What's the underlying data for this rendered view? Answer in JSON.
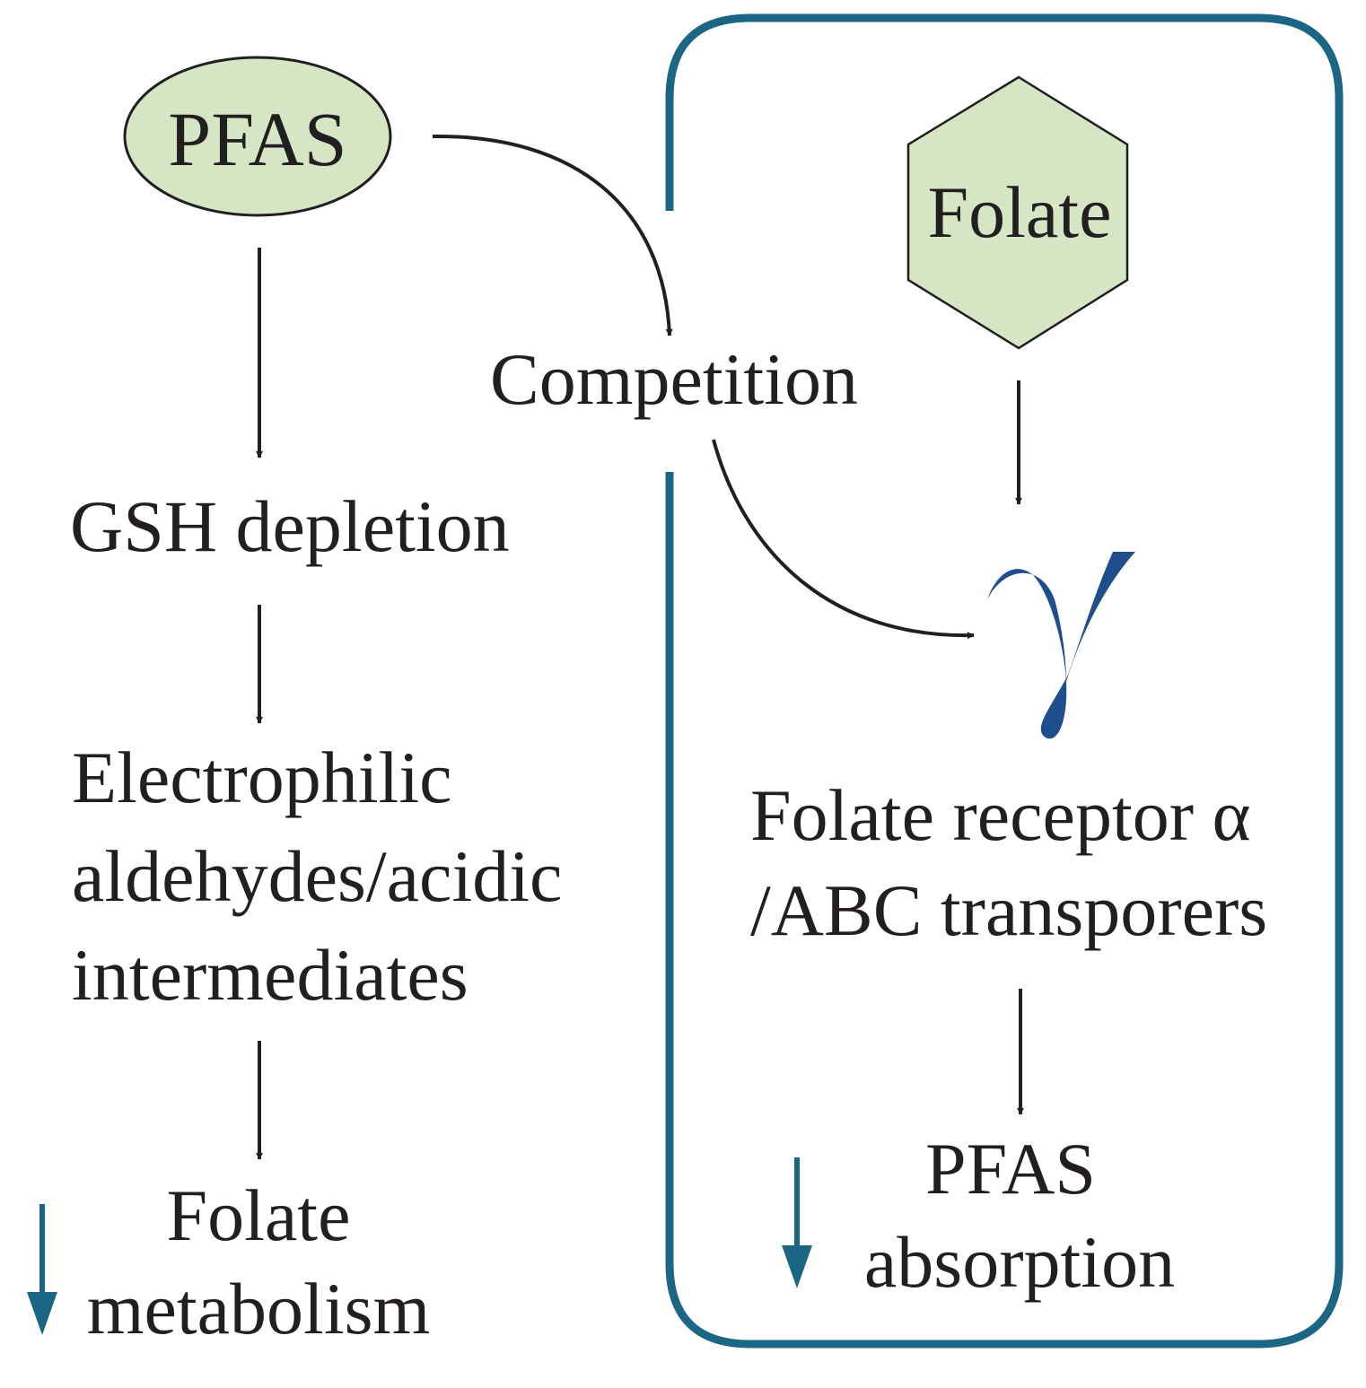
{
  "nodes": {
    "pfas_source": "PFAS",
    "folate_source": "Folate",
    "competition": "Competition",
    "gsh": "GSH depletion",
    "electrophilic": [
      "Electrophilic",
      "aldehydes/acidic",
      "intermediates"
    ],
    "folate_metabolism": [
      "Folate",
      "metabolism"
    ],
    "receptor": [
      "Folate receptor α",
      "/ABC transporers"
    ],
    "pfas_absorption": [
      "PFAS",
      "absorption"
    ]
  },
  "icons": {
    "receptor_glyph": "receptor-glyph-icon",
    "decrease": "down-arrow-icon"
  },
  "colors": {
    "box_border": "#1b6585",
    "node_fill": "#d6e5c4",
    "receptor": "#1f4e8c",
    "text": "#231f20",
    "decrease_arrow": "#1b6585"
  }
}
